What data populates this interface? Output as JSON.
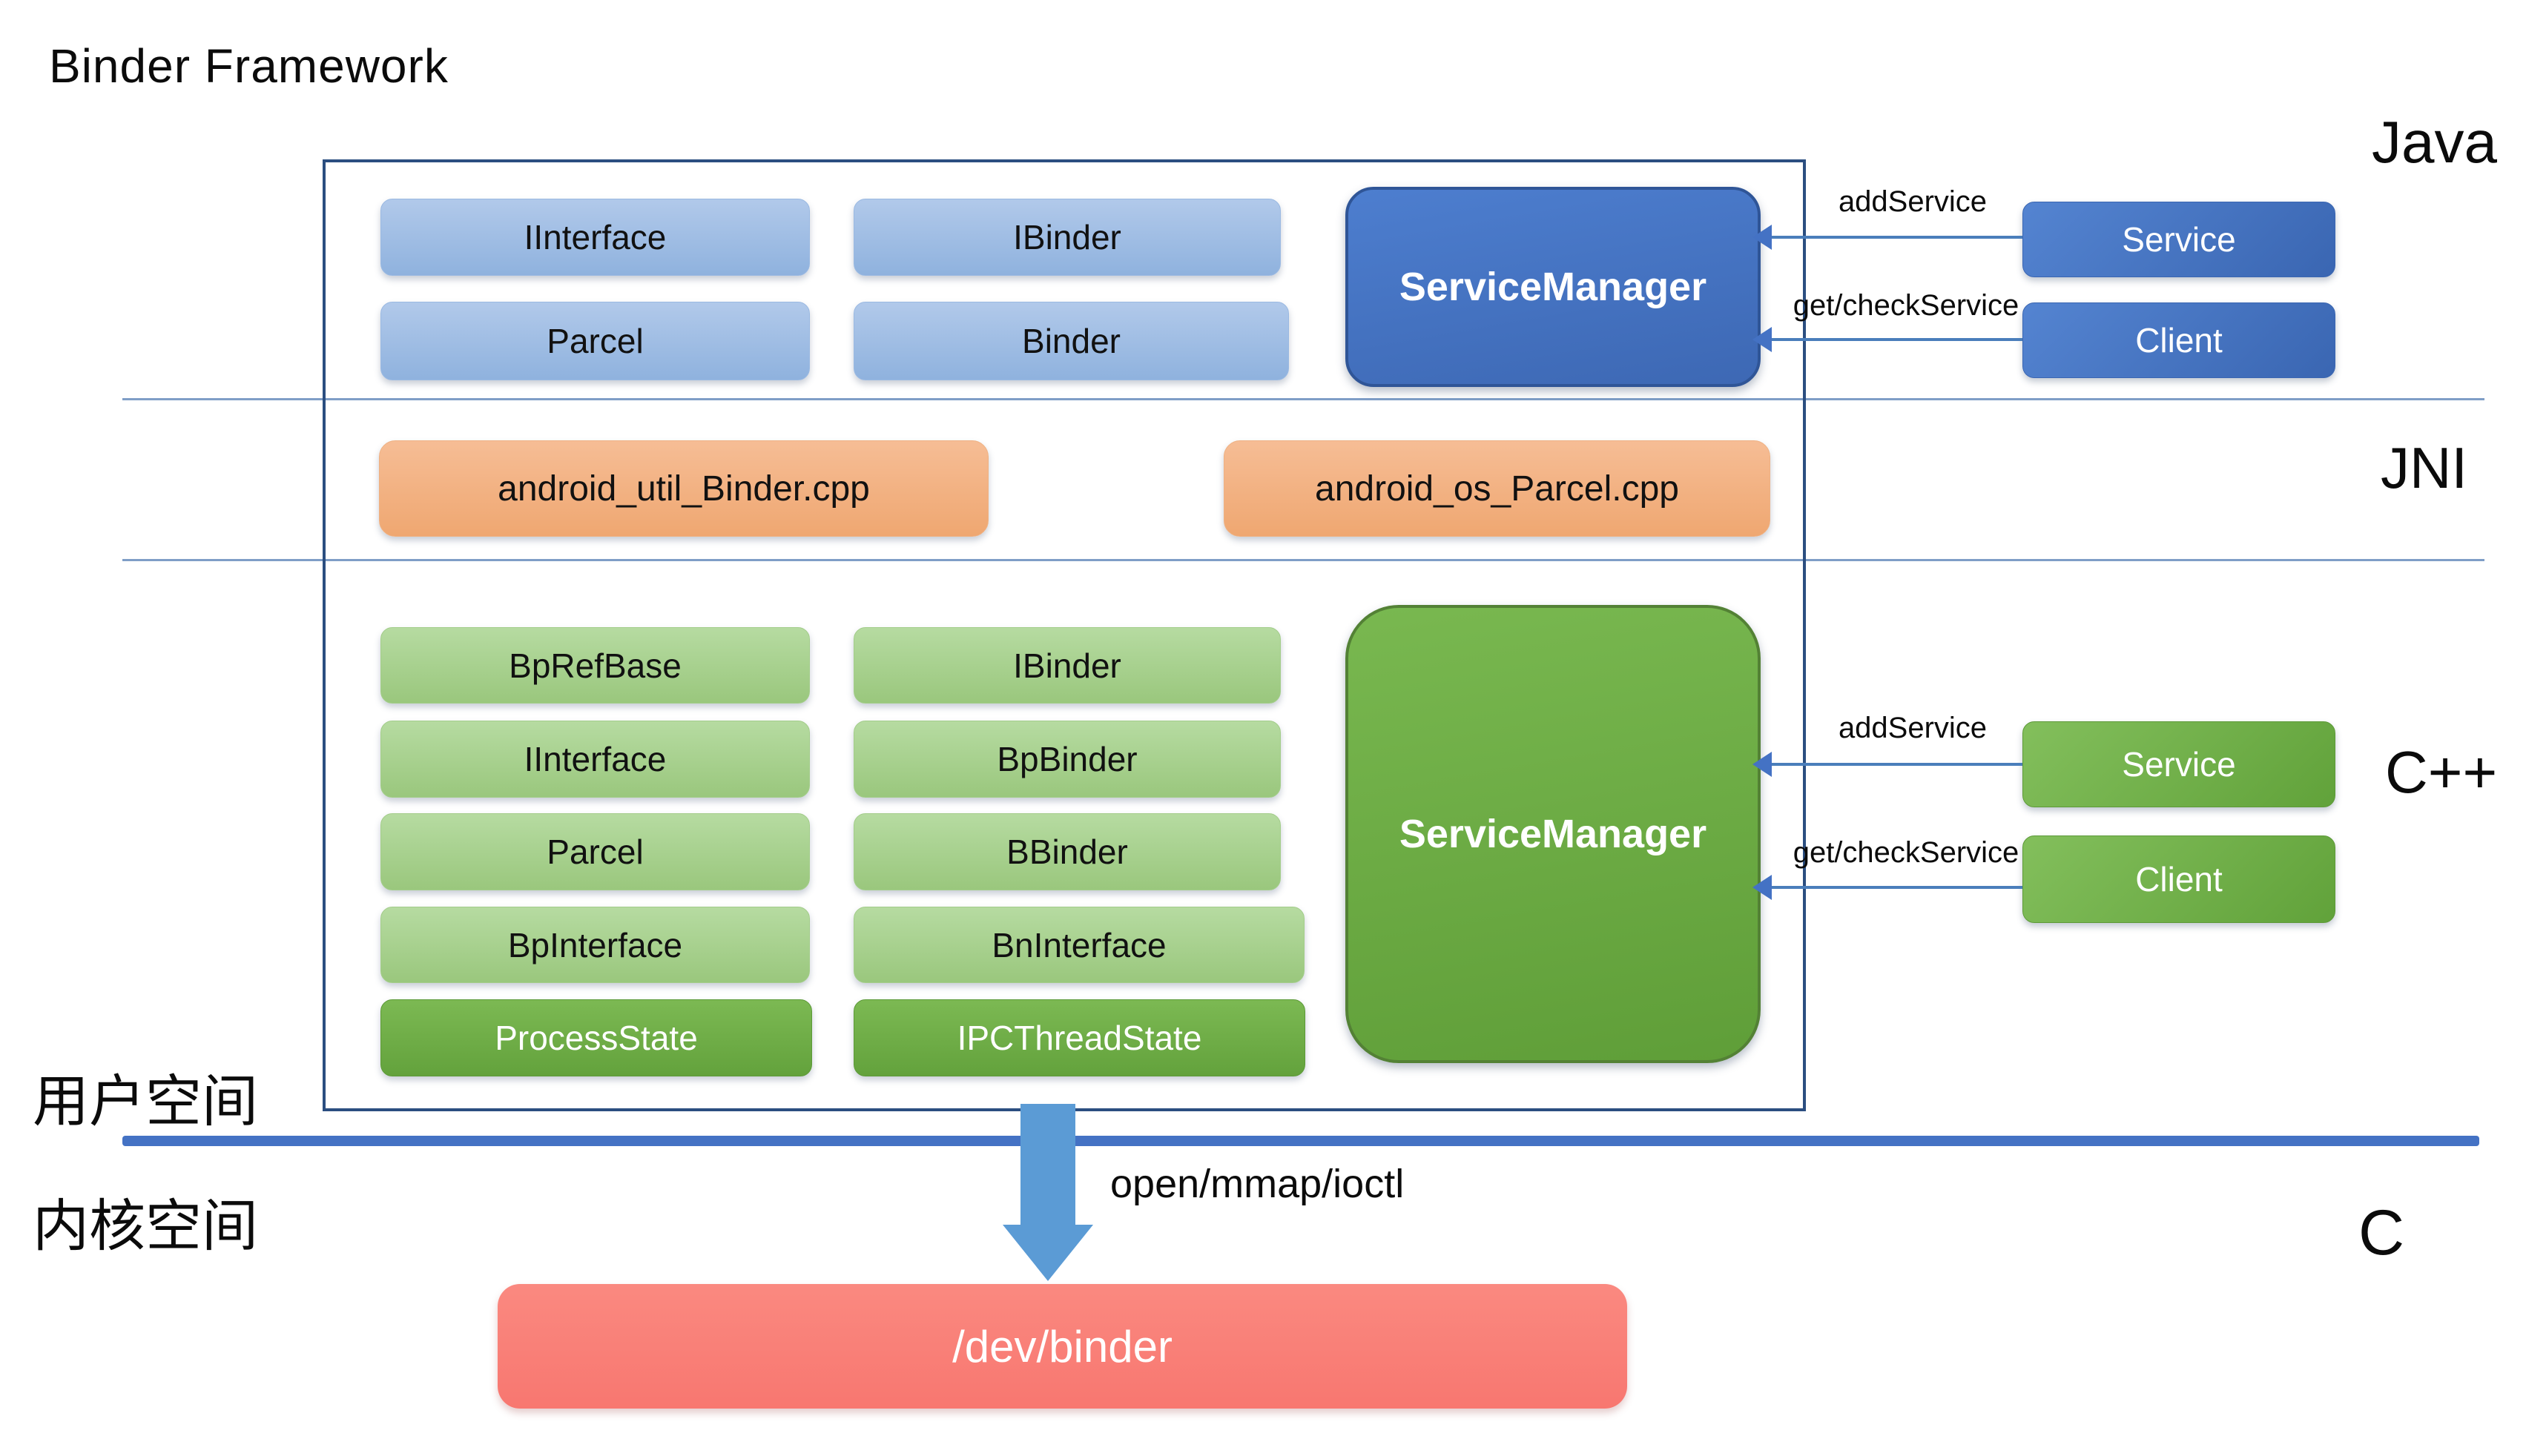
{
  "title": "Binder Framework",
  "layer_labels": {
    "java": "Java",
    "jni": "JNI",
    "cpp": "C++",
    "c": "C"
  },
  "space_labels": {
    "user": "用户空间",
    "kernel": "内核空间"
  },
  "java_layer": {
    "classes": [
      "IInterface",
      "IBinder",
      "Parcel",
      "Binder"
    ],
    "service_manager": "ServiceManager",
    "service": "Service",
    "client": "Client",
    "arrow_add": "addService",
    "arrow_get": "get/checkService"
  },
  "jni_layer": {
    "files": [
      "android_util_Binder.cpp",
      "android_os_Parcel.cpp"
    ]
  },
  "cpp_layer": {
    "classes_light": [
      "BpRefBase",
      "IBinder",
      "IInterface",
      "BpBinder",
      "Parcel",
      "BBinder",
      "BpInterface",
      "BnInterface"
    ],
    "classes_dark": [
      "ProcessState",
      "IPCThreadState"
    ],
    "service_manager": "ServiceManager",
    "service": "Service",
    "client": "Client",
    "arrow_add": "addService",
    "arrow_get": "get/checkService"
  },
  "kernel_layer": {
    "syscalls": "open/mmap/ioctl",
    "device": "/dev/binder"
  },
  "colors": {
    "accent_blue": "#4472c4",
    "light_blue": "#9dc3e6",
    "accent_orange": "#f4b183",
    "light_green": "#a9d18e",
    "accent_green": "#70ad47",
    "salmon_red": "#f87c74",
    "arrow_blue": "#5b9bd5",
    "border_navy": "#2b4e80"
  }
}
